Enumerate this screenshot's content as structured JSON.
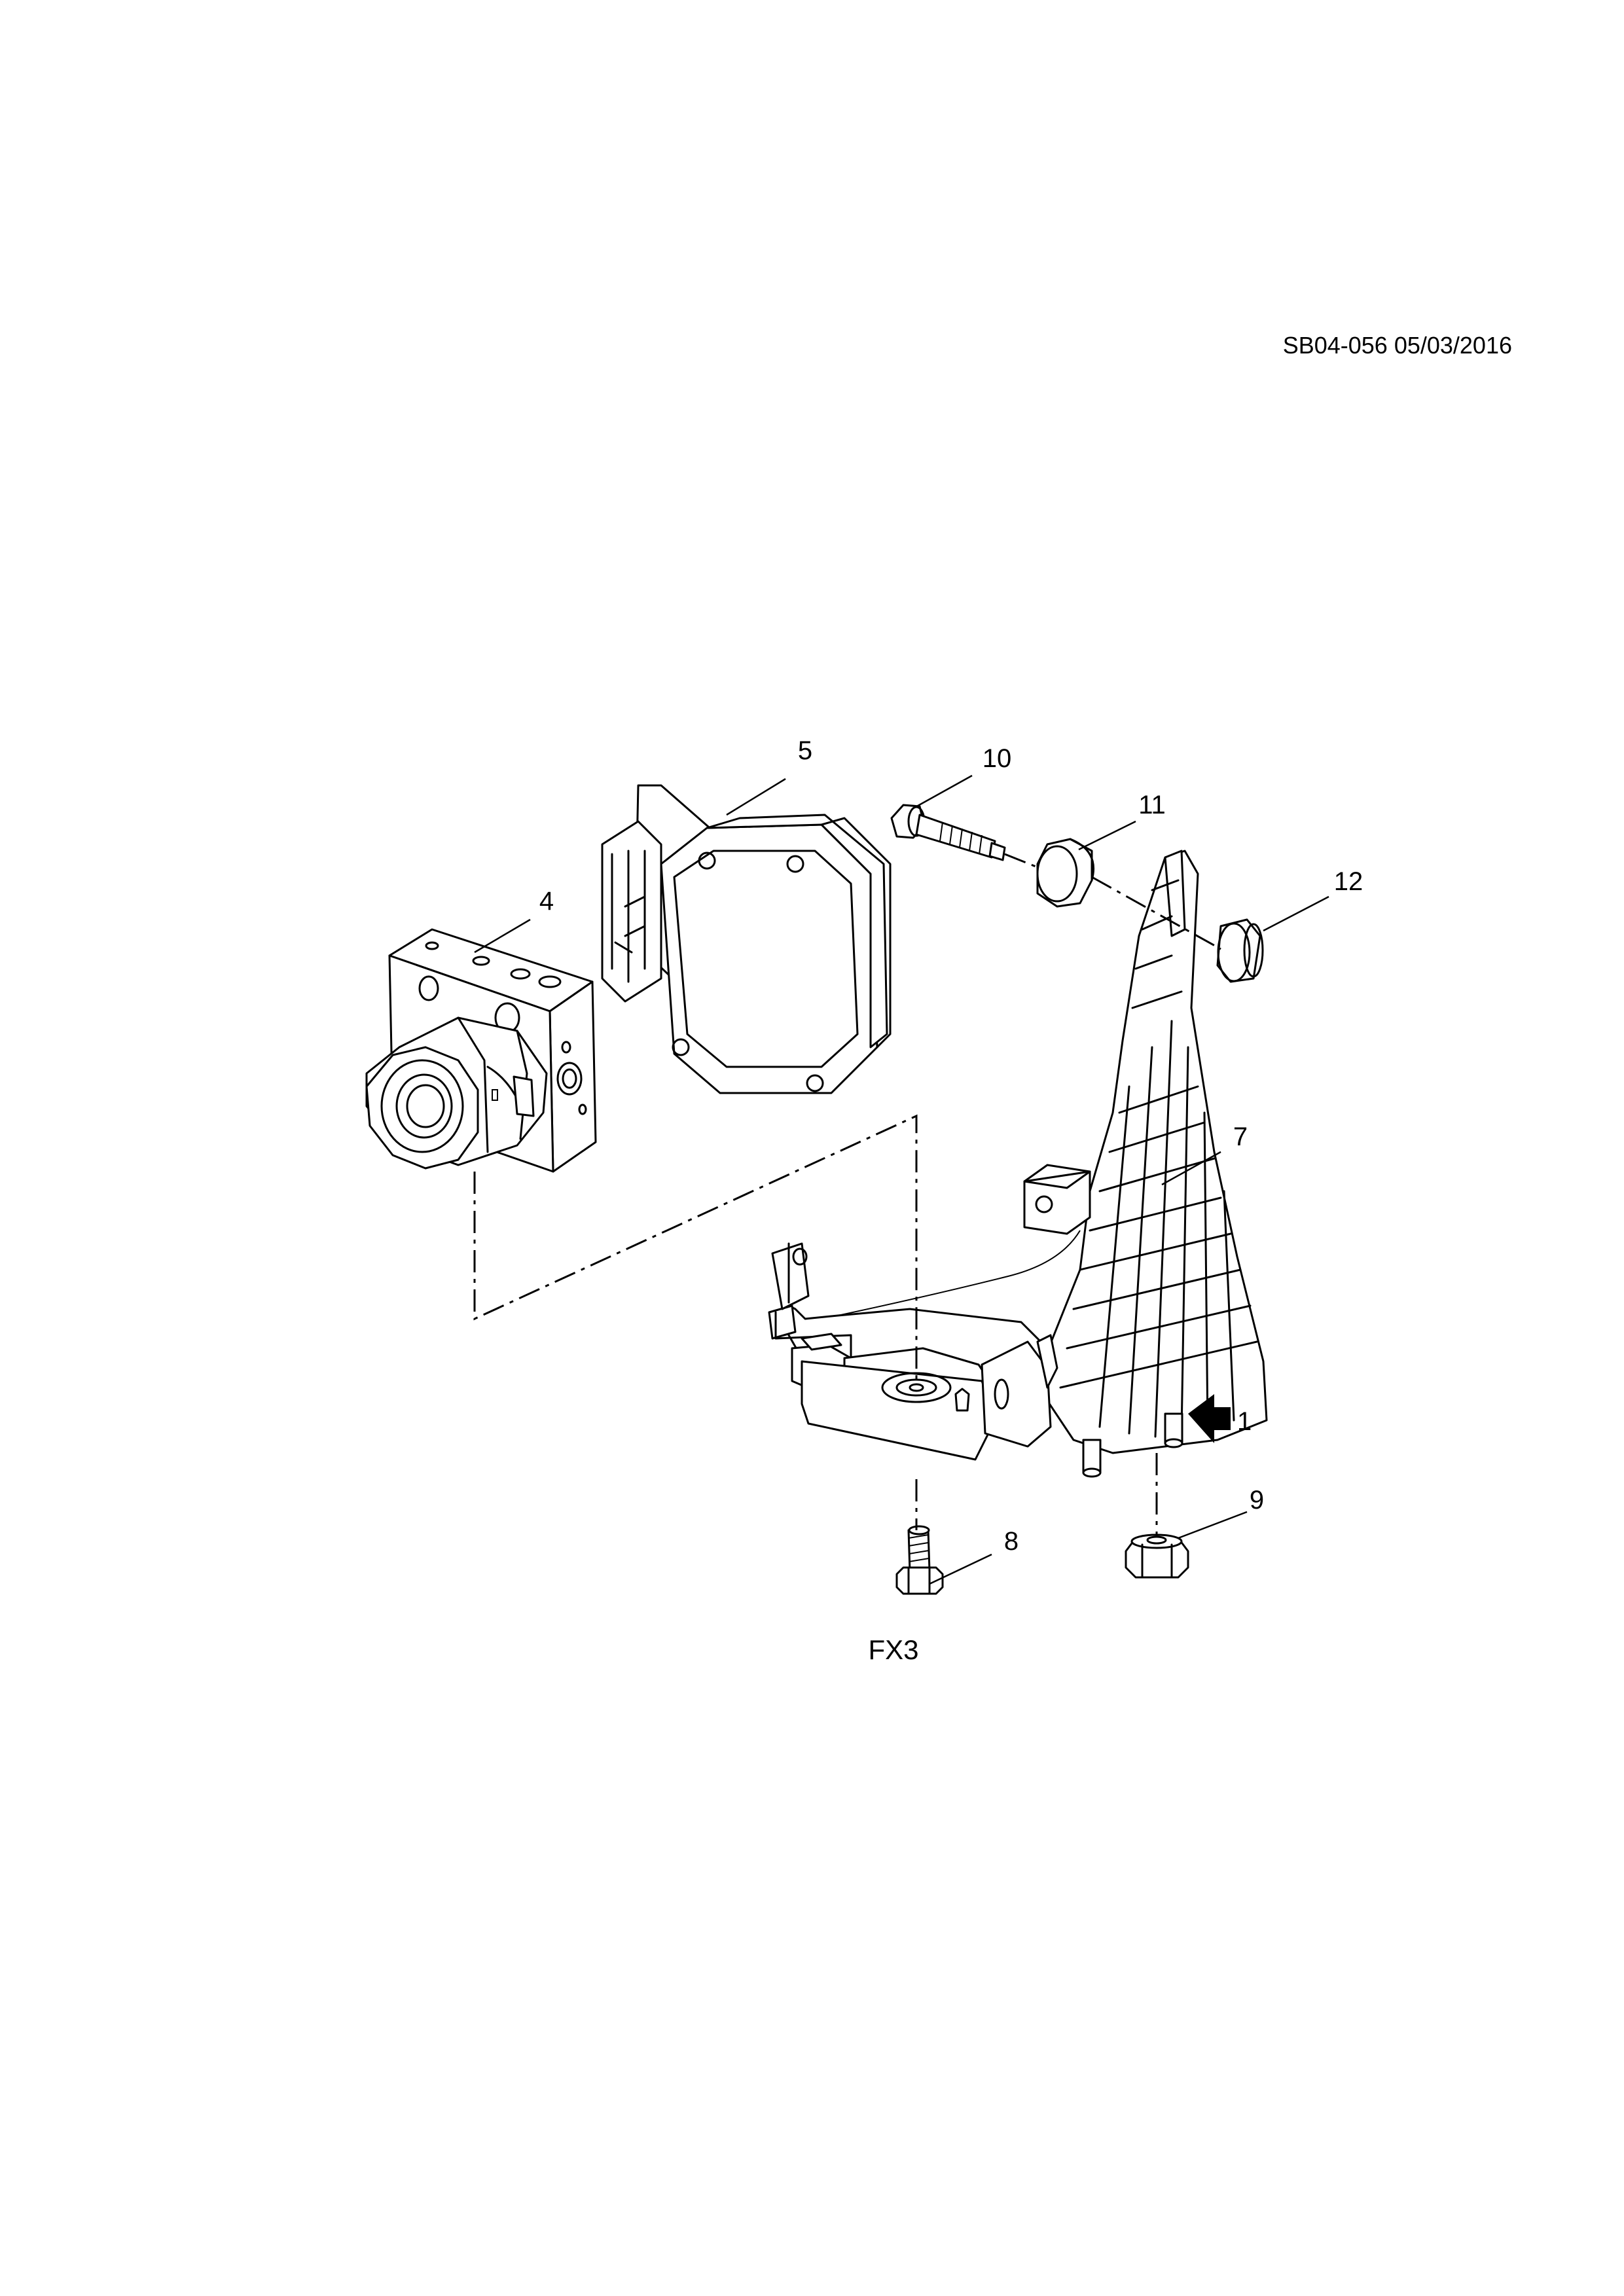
{
  "header": {
    "sheet_code": "SB04-056 05/03/2016"
  },
  "caption": "FX3",
  "callouts": {
    "c1": "1",
    "c4": "4",
    "c5": "5",
    "c7": "7",
    "c8": "8",
    "c9": "9",
    "c10": "10",
    "c11": "11",
    "c12": "12"
  }
}
